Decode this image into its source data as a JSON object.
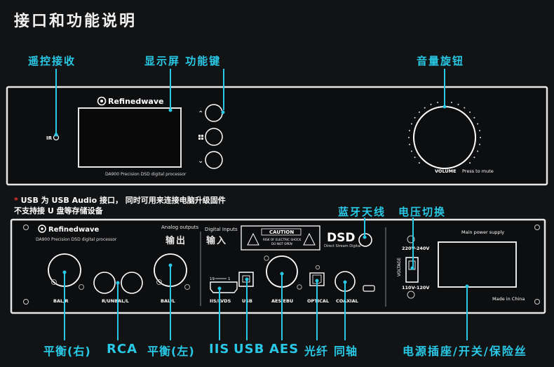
{
  "title": "接口和功能说明",
  "front": {
    "callouts": {
      "ir": "遥控接收",
      "display_keys": "显示屏 功能键",
      "volume_knob": "音量旋钮"
    },
    "brand": "Refinedwave",
    "ir_label": "IR",
    "model_caption": "DA900 Precision DSD digital processor",
    "volume_label": "VOLUME",
    "mute_label": "Press to mute"
  },
  "note": {
    "marker": "*",
    "line1": "USB 为 USB Audio 接口， 同时可用来连接电脑升级固件",
    "line2": "不支持接 U 盘等存储设备"
  },
  "rear": {
    "brand": "Refinedwave",
    "model_caption": "DA900 Precision DSD digital processor",
    "analog_outputs": "Analog outputs",
    "analog_cn": "输出",
    "digital_inputs": "Digital Inputs",
    "digital_cn": "输入",
    "caution_title": "CAUTION",
    "caution_line1": "RISK OF ELECTRIC SHOCK",
    "caution_line2": "DO NOT OPEN",
    "dsd_logo": "DSD",
    "dsd_sub": "Direct Stream Digital",
    "callouts": {
      "bluetooth": "蓝牙天线",
      "voltage": "电压切换"
    },
    "port_labels": {
      "bal_r": "BAL/R",
      "rca": "R/UNBAL/L",
      "bal_l": "BAL/L",
      "iis": "IIS/LVDS",
      "usb": "USB",
      "aes": "AES/EBU",
      "optical": "OPTICAL",
      "coaxial": "COAXIAL"
    },
    "iis_pin_first": "19",
    "iis_pin_last": "1",
    "v220": "220V-240V",
    "v110": "110V-120V",
    "voltage_vertical": "VOLTAGE",
    "main_power": "Main power supply",
    "made_in": "Made in China"
  },
  "bottom_labels": {
    "bal_r": "平衡(右)",
    "rca": "RCA",
    "bal_l": "平衡(左)",
    "iis": "IIS",
    "usb": "USB",
    "aes": "AES",
    "optical": "光纤",
    "coaxial": "同轴",
    "power": "电源插座/开关/保险丝"
  },
  "colors": {
    "background": "#111315",
    "accent": "#28c8e6",
    "panel_stroke": "#e6e6e6",
    "caution_red": "#e8342c"
  }
}
